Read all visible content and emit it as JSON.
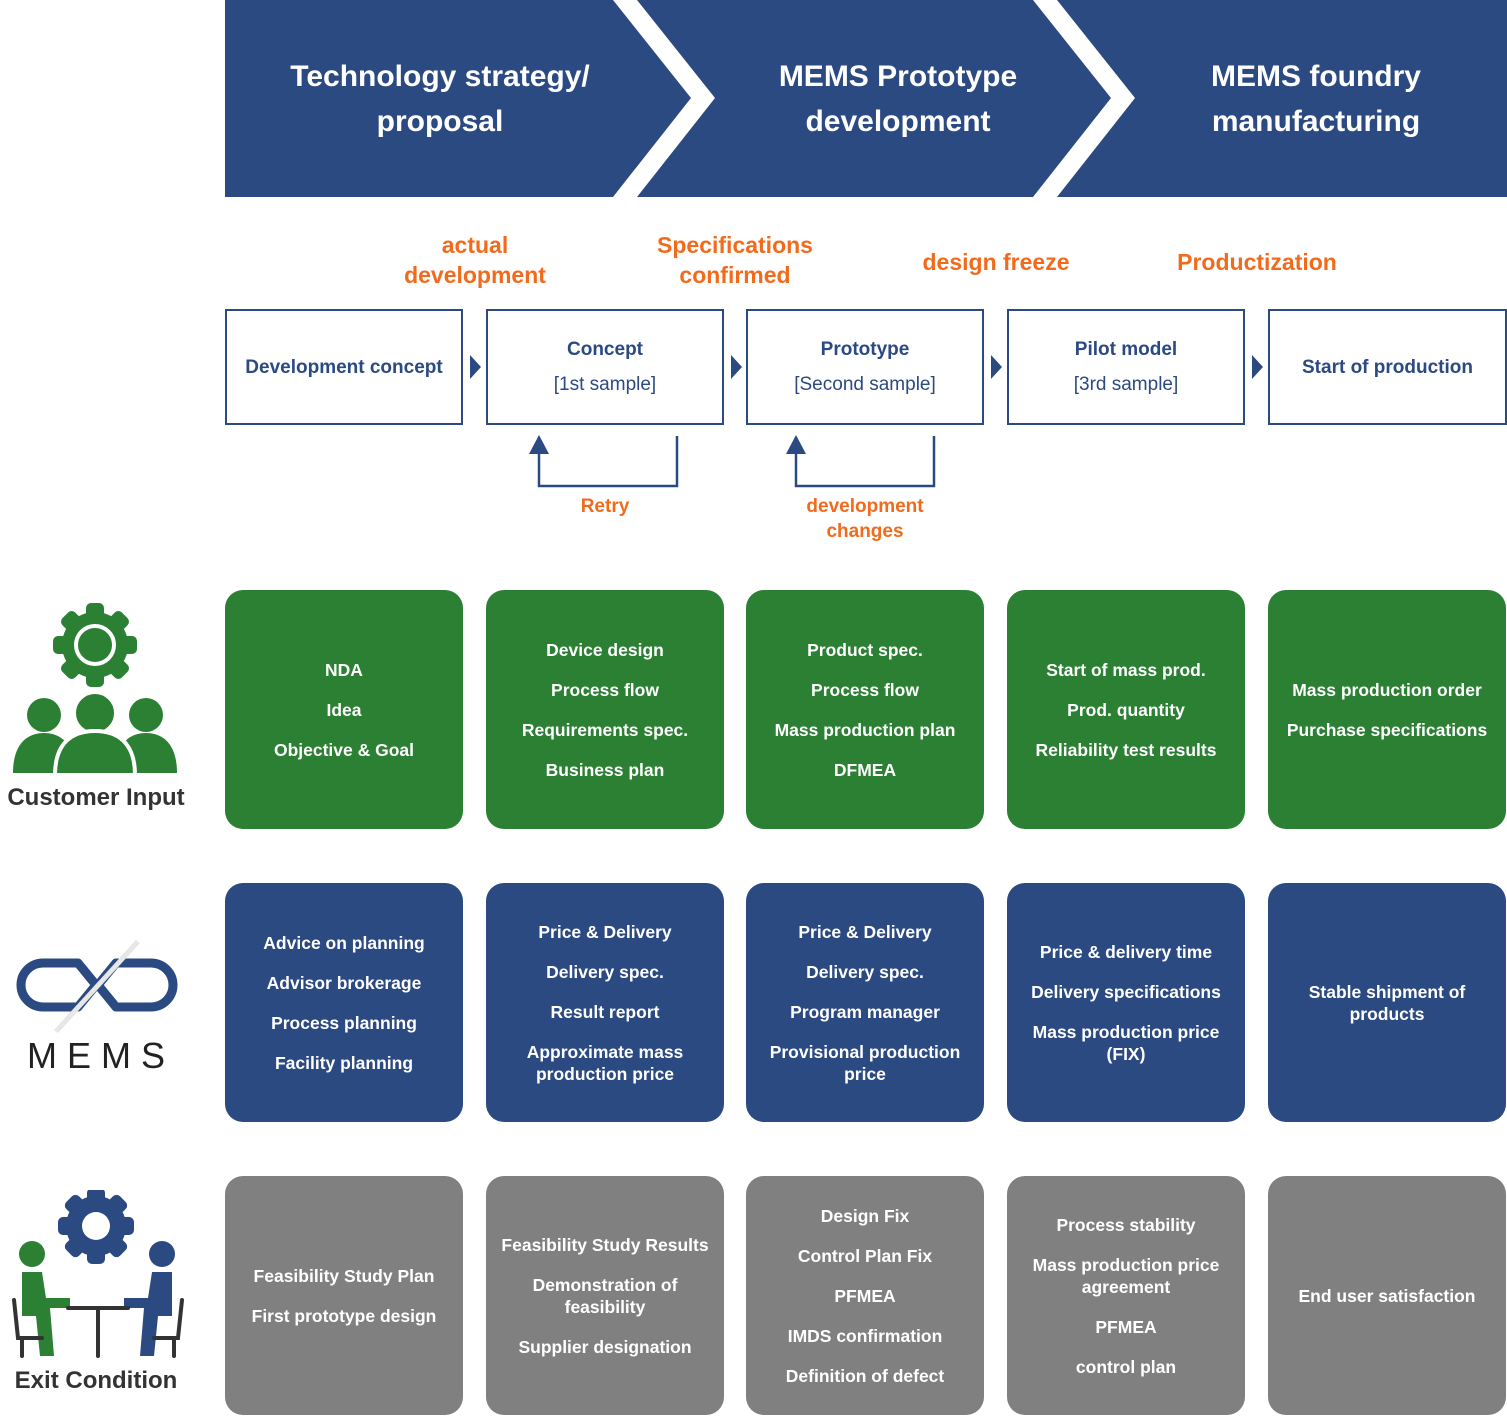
{
  "colors": {
    "navy": "#2b4a82",
    "green": "#2b8033",
    "gray": "#808080",
    "orange": "#f26b1d",
    "label_text": "#333333"
  },
  "phases": [
    {
      "line1": "Technology strategy/",
      "line2": "proposal"
    },
    {
      "line1": "MEMS Prototype",
      "line2": "development"
    },
    {
      "line1": "MEMS foundry",
      "line2": "manufacturing"
    }
  ],
  "milestones": [
    {
      "line1": "actual",
      "line2": "development"
    },
    {
      "line1": "Specifications",
      "line2": "confirmed"
    },
    {
      "line1": "design freeze",
      "line2": ""
    },
    {
      "line1": "Productization",
      "line2": ""
    }
  ],
  "stages": [
    {
      "title": "Development concept",
      "sub": ""
    },
    {
      "title": "Concept",
      "sub": "[1st sample]"
    },
    {
      "title": "Prototype",
      "sub": "[Second sample]"
    },
    {
      "title": "Pilot model",
      "sub": "[3rd sample]"
    },
    {
      "title": "Start of production",
      "sub": ""
    }
  ],
  "loops": [
    {
      "line1": "Retry",
      "line2": ""
    },
    {
      "line1": "development",
      "line2": "changes"
    }
  ],
  "rows": {
    "customer_input": {
      "label": "Customer Input",
      "icon": "customer-group-gear-icon",
      "cards": [
        [
          "NDA",
          "Idea",
          "Objective & Goal"
        ],
        [
          "Device design",
          "Process flow",
          "Requirements spec.",
          "Business plan"
        ],
        [
          "Product spec.",
          "Process flow",
          "Mass production plan",
          "DFMEA"
        ],
        [
          "Start of mass prod.",
          "Prod. quantity",
          "Reliability test results"
        ],
        [
          "Mass production order",
          "Purchase specifications"
        ]
      ]
    },
    "mems": {
      "label": "MEMS",
      "icon": "mems-logo-icon",
      "cards": [
        [
          "Advice on planning",
          "Advisor brokerage",
          "Process planning",
          "Facility planning"
        ],
        [
          "Price & Delivery",
          "Delivery spec.",
          "Result report",
          "Approximate mass production price"
        ],
        [
          "Price & Delivery",
          "Delivery spec.",
          "Program manager",
          "Provisional production price"
        ],
        [
          "Price & delivery time",
          "Delivery specifications",
          "Mass production price (FIX)"
        ],
        [
          "Stable shipment of products"
        ]
      ]
    },
    "exit_condition": {
      "label": "Exit Condition",
      "icon": "meeting-gear-icon",
      "cards": [
        [
          "Feasibility Study Plan",
          "First prototype design"
        ],
        [
          "Feasibility Study Results",
          "Demonstration of feasibility",
          "Supplier designation"
        ],
        [
          "Design Fix",
          "Control Plan Fix",
          "PFMEA",
          "IMDS confirmation",
          "Definition of defect"
        ],
        [
          "Process stability",
          "Mass production price agreement",
          "PFMEA",
          "control plan"
        ],
        [
          "End user satisfaction"
        ]
      ]
    }
  }
}
